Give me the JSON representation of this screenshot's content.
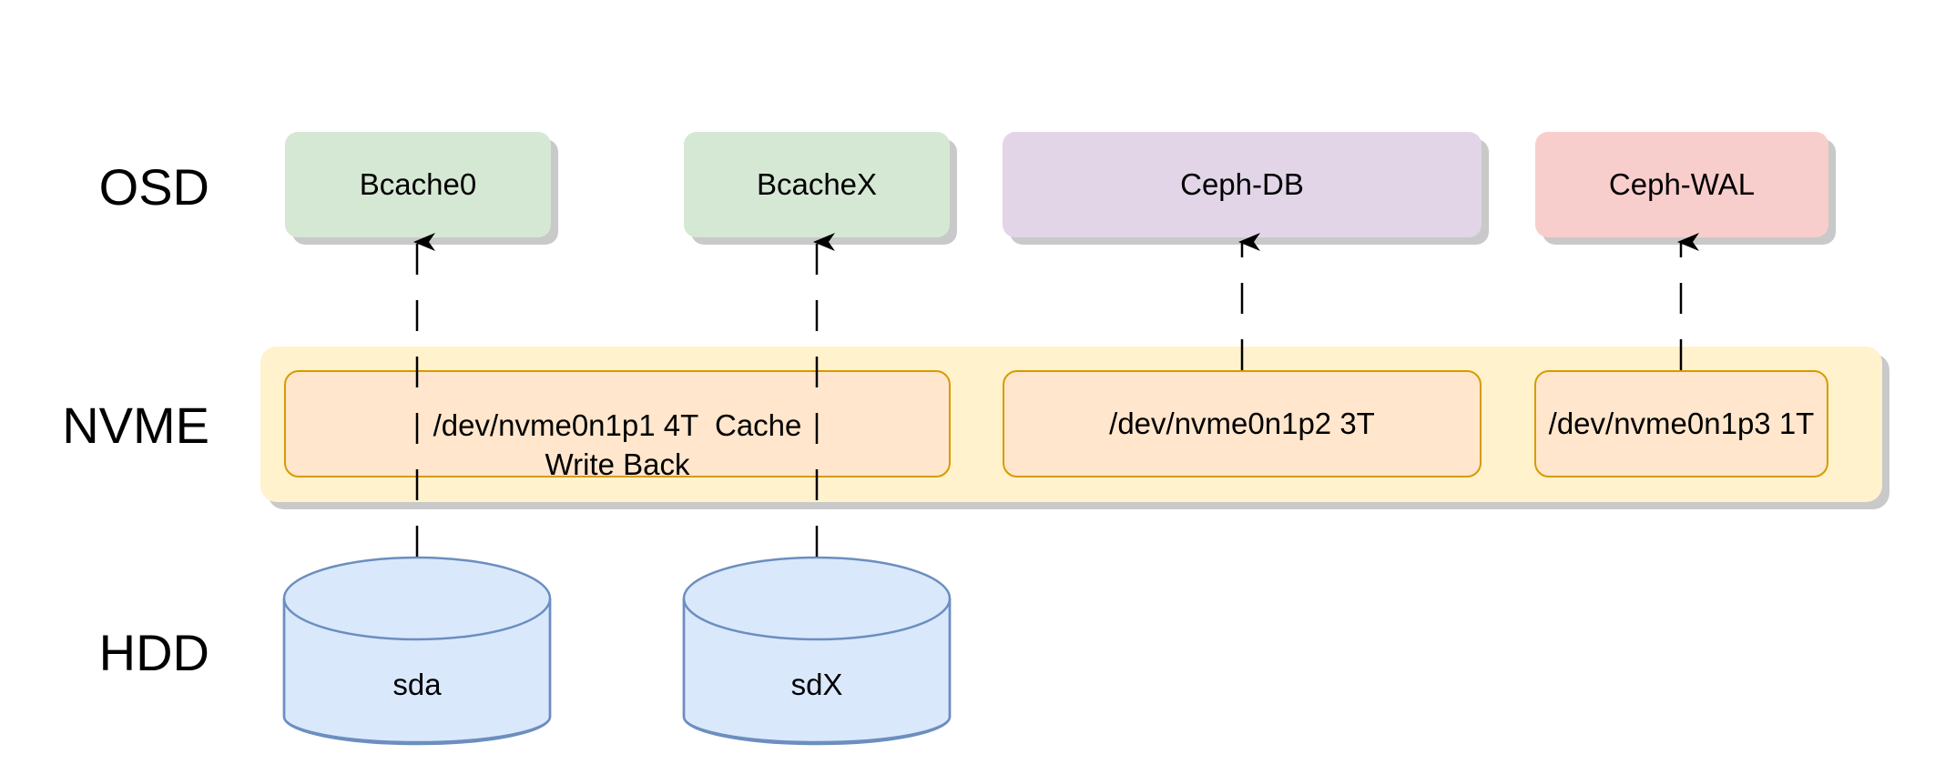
{
  "rows": {
    "osd": "OSD",
    "nvme": "NVME",
    "hdd": "HDD"
  },
  "osd": {
    "bcache0": "Bcache0",
    "bcachex": "BcacheX",
    "ceph_db": "Ceph-DB",
    "ceph_wal": "Ceph-WAL"
  },
  "nvme": {
    "p1_line1": "/dev/nvme0n1p1 4T  Cache",
    "p1_line2": "Write Back",
    "p2": "/dev/nvme0n1p2 3T",
    "p3": "/dev/nvme0n1p3 1T"
  },
  "hdd": {
    "sda": "sda",
    "sdx": "sdX"
  },
  "colors": {
    "osd_bcache": "#d5e8d4",
    "osd_ceph_db": "#e1d5e7",
    "osd_ceph_wal": "#f8cecc",
    "nvme_container": "#fff2cc",
    "nvme_partition_fill": "#ffe6cc",
    "nvme_partition_border": "#d79b00",
    "hdd_fill": "#dae8fc",
    "hdd_border": "#6c8ebf"
  }
}
